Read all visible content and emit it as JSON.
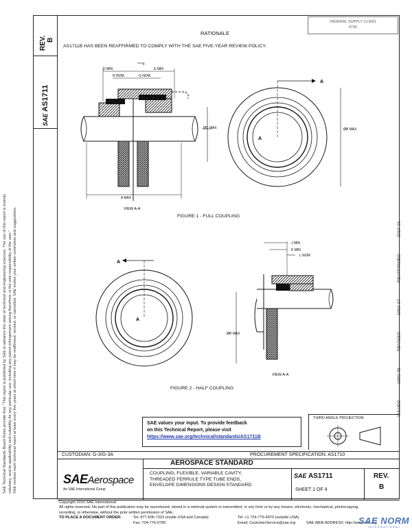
{
  "side_notes": [
    "SAE Technical Standards Board Rules provide that: \"This report is published by SAE to advance the state of technical and engineering sciences. The use of this report is entirely",
    "voluntary, and its applicability and suitability for any particular use, including any patent infringement arising therefrom, is the sole responsibility of the user.\"",
    "SAE reviews each technical report at least every five years at which time it may be reaffirmed, revised, or cancelled. SAE invites your written comments and suggestions."
  ],
  "left_column": {
    "rev_label": "REV.",
    "rev_value": "B",
    "doc_number": "AS1711",
    "sae_mark": "SAE"
  },
  "fed_reg": {
    "line1": "FEDERAL SUPPLY CLASS",
    "line2": "4730"
  },
  "rationale": {
    "title": "RATIONALE",
    "text": "AS1711B HAS BEEN REAFFIRMED TO COMPLY WITH THE SAE FIVE-YEAR REVIEW POLICY."
  },
  "figure1": {
    "caption": "FIGURE 1 - FULL COUPLING",
    "view_label": "VIEW A-A",
    "labels": {
      "f": "F",
      "d_min": "D MIN",
      "e_min": "E MIN",
      "h_nom": "H NOM",
      "g_nom": "G NOM",
      "c_max": "ØC MAX",
      "a_max": "A MAX",
      "b_max": "ØB MAX",
      "a_arrow": "A"
    }
  },
  "figure2": {
    "caption": "FIGURE 2 - HALF COUPLING",
    "view_label": "VIEW A-A",
    "labels": {
      "j_min": "J MIN",
      "k_min": "K MIN",
      "l_nom": "L NOM",
      "b_max": "ØB MAX",
      "a_arrow": "A"
    }
  },
  "right_stamp": "ISSUED 1992-05    REVISED 1992-07    REAFFIRMED 2010-01",
  "feedback": {
    "line1": "SAE values your input. To provide feedback",
    "line2": "on this Technical Report, please visit",
    "link": "https://www.sae.org/technical/standards/AS1711B"
  },
  "third_angle": "THIRD ANGLE PROJECTION",
  "title_block": {
    "custodian": "CUSTODIAN: G-3/G-3A",
    "procurement": "PROCUREMENT SPECIFICATION: AS1710",
    "logo_sae": "SAE",
    "logo_aero": "Aerospace",
    "logo_sub": "An SAE International Group",
    "standard_title": "AEROSPACE STANDARD",
    "desc_line1": "COUPLING, FLEXIBLE, VARIABLE CAVITY,",
    "desc_line2": "THREADED FERRULE TYPE TUBE ENDS,",
    "desc_line3": "ENVELOPE DIMENSIONS DESIGN STANDARD",
    "small_sae": "SAE",
    "doc_number": "AS1711",
    "sheet": "SHEET 1 OF 4",
    "rev_label": "REV.",
    "rev_value": "B"
  },
  "footer": {
    "copyright": "Copyright 2010 SAE International",
    "rights": "All rights reserved. No part of this publication may be reproduced, stored in a retrieval system or transmitted, in any form or by any means, electronic, mechanical, photocopying,",
    "rights2": "recording, or otherwise, without the prior written permission of SAE.",
    "order_label": "TO PLACE A DOCUMENT ORDER:",
    "tel1": "Tel: 877-606-7323 (inside USA and Canada)",
    "tel2": "Tel: +1 724-776-4970 (outside USA)",
    "fax": "Fax: 724-776-0790",
    "email": "Email: CustomerService@sae.org",
    "web": "SAE WEB ADDRESS: http://www.sae.org"
  },
  "watermark": {
    "text": "SAE NORM",
    "sub": "INTERNATIONAL"
  }
}
